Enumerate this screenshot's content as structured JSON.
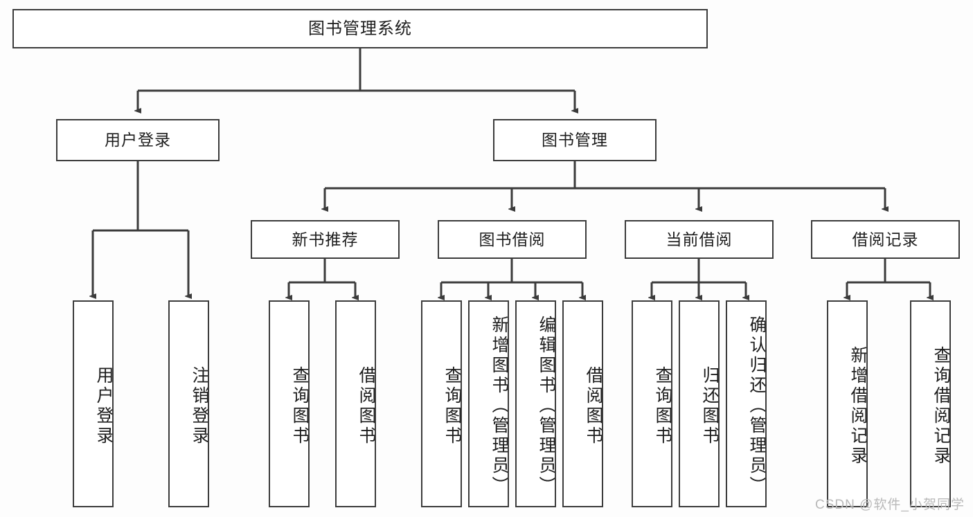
{
  "diagram": {
    "type": "tree-hierarchy-chart",
    "title": "图书管理系统",
    "background_color": "#fdfdfd",
    "line_color": "#3b3b3b",
    "box_fill_color": "#ffffff",
    "text_color": "#1d1d1d"
  },
  "nodes": {
    "root": {
      "label": "图书管理系统"
    },
    "level1": [
      {
        "label": "用户登录"
      },
      {
        "label": "图书管理"
      }
    ],
    "level2": [
      {
        "label": "新书推荐"
      },
      {
        "label": "图书借阅"
      },
      {
        "label": "当前借阅"
      },
      {
        "label": "借阅记录"
      }
    ],
    "leaves": {
      "user_login": [
        {
          "label": "用户登录"
        },
        {
          "label": "注销登录"
        }
      ],
      "new_book_recommend": [
        {
          "label": "查询图书"
        },
        {
          "label": "借阅图书"
        }
      ],
      "book_borrow": [
        {
          "label": "查询图书"
        },
        {
          "label": "新增图书（管理员）"
        },
        {
          "label": "编辑图书（管理员）"
        },
        {
          "label": "借阅图书"
        }
      ],
      "current_borrow": [
        {
          "label": "查询图书"
        },
        {
          "label": "归还图书"
        },
        {
          "label": "确认归还（管理员）"
        }
      ],
      "borrow_record": [
        {
          "label": "新增借阅记录"
        },
        {
          "label": "查询借阅记录"
        }
      ]
    }
  },
  "watermark": {
    "text": "CSDN @软件_小贺同学"
  }
}
